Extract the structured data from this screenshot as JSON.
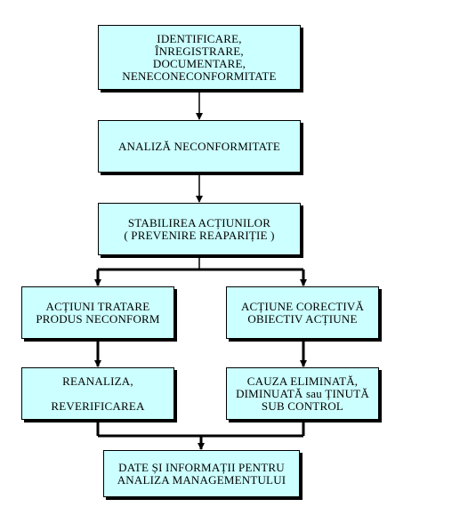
{
  "colors": {
    "box_fill": "#ccffff",
    "border": "#000000"
  },
  "boxes": {
    "identify": [
      "IDENTIFICARE,",
      "ÎNREGISTRARE,",
      "DOCUMENTARE,",
      "NENECONECONFORMITATE"
    ],
    "analyze": [
      "ANALIZĂ NECONFORMITATE"
    ],
    "establish": [
      "STABILIREA ACȚIUNILOR",
      "( PREVENIRE REAPARIȚIE )"
    ],
    "treat": [
      "ACȚIUNI TRATARE",
      "PRODUS NECONFORM"
    ],
    "corrective": [
      "ACȚIUNE CORECTIVĂ",
      "OBIECTIV ACȚIUNE"
    ],
    "reanalyze": [
      "REANALIZA,",
      "REVERIFICAREA"
    ],
    "cause": [
      "CAUZA ELIMINATĂ,",
      "DIMINUATĂ sau ȚINUTĂ",
      "SUB CONTROL"
    ],
    "data": [
      "DATE ȘI INFORMAȚII PENTRU",
      "ANALIZA MANAGEMENTULUI"
    ]
  }
}
